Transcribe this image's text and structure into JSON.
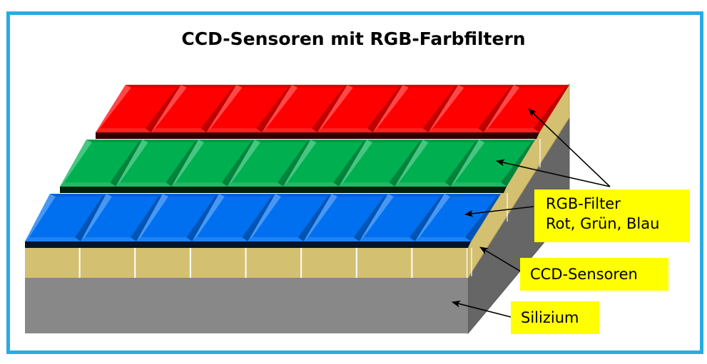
{
  "title": "CCD-Sensoren mit RGB-Farbfiltern",
  "labels": {
    "rgb_filter_line1": "RGB-Filter",
    "rgb_filter_line2": "Rot, Grün, Blau",
    "ccd_sensoren": "CCD-Sensoren",
    "silizium": "Silizium"
  },
  "colors": {
    "frame": "#29abe2",
    "red": "#ff0000",
    "green": "#00b050",
    "blue": "#0070f0",
    "sensor": "#d4c071",
    "silicon": "#868686",
    "label_bg": "#ffff00"
  },
  "pixels_per_row": 8
}
